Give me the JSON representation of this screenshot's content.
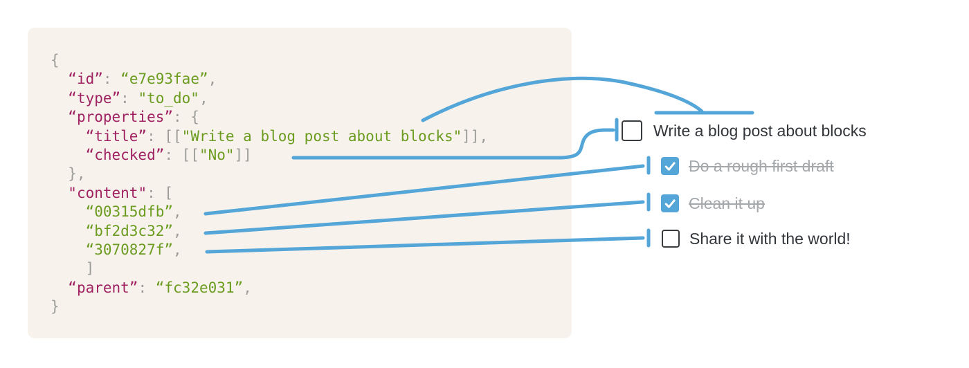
{
  "colors": {
    "accent_blue": "#54a5d8",
    "panel_background": "#f7f3ec",
    "code_key": "#a02263",
    "code_string": "#6b9b1f",
    "code_punctuation": "#9d9d97",
    "checkbox_border": "#3a3d40",
    "todo_text": "#32363a",
    "todo_done_text": "#a4a8ab",
    "checkmark": "#ffffff"
  },
  "code_panel": {
    "language": "json",
    "lines": [
      [
        {
          "c": "punc",
          "t": "{"
        }
      ],
      [
        {
          "c": "punc",
          "t": "  "
        },
        {
          "c": "key",
          "t": "“id”"
        },
        {
          "c": "punc",
          "t": ": "
        },
        {
          "c": "str",
          "t": "“e7e93fae”"
        },
        {
          "c": "punc",
          "t": ","
        }
      ],
      [
        {
          "c": "punc",
          "t": "  "
        },
        {
          "c": "key",
          "t": "“type”"
        },
        {
          "c": "punc",
          "t": ": "
        },
        {
          "c": "str",
          "t": "\"to_do\""
        },
        {
          "c": "punc",
          "t": ","
        }
      ],
      [
        {
          "c": "punc",
          "t": "  "
        },
        {
          "c": "key",
          "t": "“properties”"
        },
        {
          "c": "punc",
          "t": ": {"
        }
      ],
      [
        {
          "c": "punc",
          "t": "    "
        },
        {
          "c": "key",
          "t": "“title”"
        },
        {
          "c": "punc",
          "t": ": [["
        },
        {
          "c": "str",
          "t": "\"Write a blog post about blocks\""
        },
        {
          "c": "punc",
          "t": "]],"
        }
      ],
      [
        {
          "c": "punc",
          "t": "    "
        },
        {
          "c": "key",
          "t": "“checked”"
        },
        {
          "c": "punc",
          "t": ": [["
        },
        {
          "c": "str",
          "t": "\"No\""
        },
        {
          "c": "punc",
          "t": "]]"
        }
      ],
      [
        {
          "c": "punc",
          "t": "  },"
        }
      ],
      [
        {
          "c": "punc",
          "t": "  "
        },
        {
          "c": "key",
          "t": "\"content\""
        },
        {
          "c": "punc",
          "t": ": ["
        }
      ],
      [
        {
          "c": "punc",
          "t": "    "
        },
        {
          "c": "str",
          "t": "“00315dfb”"
        },
        {
          "c": "punc",
          "t": ","
        }
      ],
      [
        {
          "c": "punc",
          "t": "    "
        },
        {
          "c": "str",
          "t": "“bf2d3c32”"
        },
        {
          "c": "punc",
          "t": ","
        }
      ],
      [
        {
          "c": "punc",
          "t": "    "
        },
        {
          "c": "str",
          "t": "“3070827f”"
        },
        {
          "c": "punc",
          "t": ","
        }
      ],
      [
        {
          "c": "punc",
          "t": "    ]"
        }
      ],
      [
        {
          "c": "punc",
          "t": "  "
        },
        {
          "c": "key",
          "t": "“parent”"
        },
        {
          "c": "punc",
          "t": ": "
        },
        {
          "c": "str",
          "t": "“fc32e031”"
        },
        {
          "c": "punc",
          "t": ","
        }
      ],
      [
        {
          "c": "punc",
          "t": "}"
        }
      ]
    ]
  },
  "todo_list": {
    "items": [
      {
        "label": "Write a blog post about blocks",
        "checked": false
      },
      {
        "label": "Do a rough first draft",
        "checked": true
      },
      {
        "label": "Clean it up",
        "checked": true
      },
      {
        "label": "Share it with the world!",
        "checked": false
      }
    ]
  },
  "connections": [
    {
      "from": "properties.title",
      "to": "todo item 1 text"
    },
    {
      "from": "properties.checked",
      "to": "todo item 1 checkbox"
    },
    {
      "from": "content[0] 00315dfb",
      "to": "todo item 2"
    },
    {
      "from": "content[1] bf2d3c32",
      "to": "todo item 3"
    },
    {
      "from": "content[2] 3070827f",
      "to": "todo item 4"
    }
  ]
}
